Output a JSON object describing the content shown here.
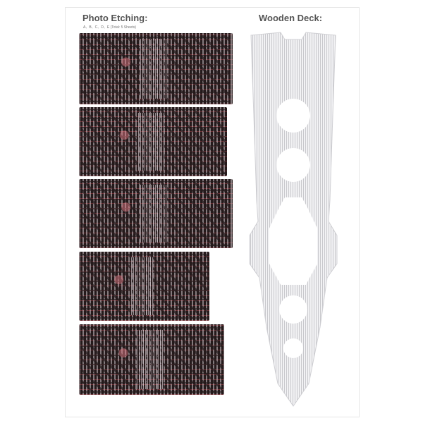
{
  "etching": {
    "title": "Photo Etching:",
    "subtitle": "A、B、C、D、E (Total: 5 Sheets)",
    "sheets": [
      "A",
      "B",
      "C",
      "D",
      "E"
    ]
  },
  "deck": {
    "title": "Wooden Deck:"
  },
  "colors": {
    "sheet_bg": "#241a1b",
    "etch_red": "#be4650",
    "deck_stripe": "#d8d8da"
  }
}
